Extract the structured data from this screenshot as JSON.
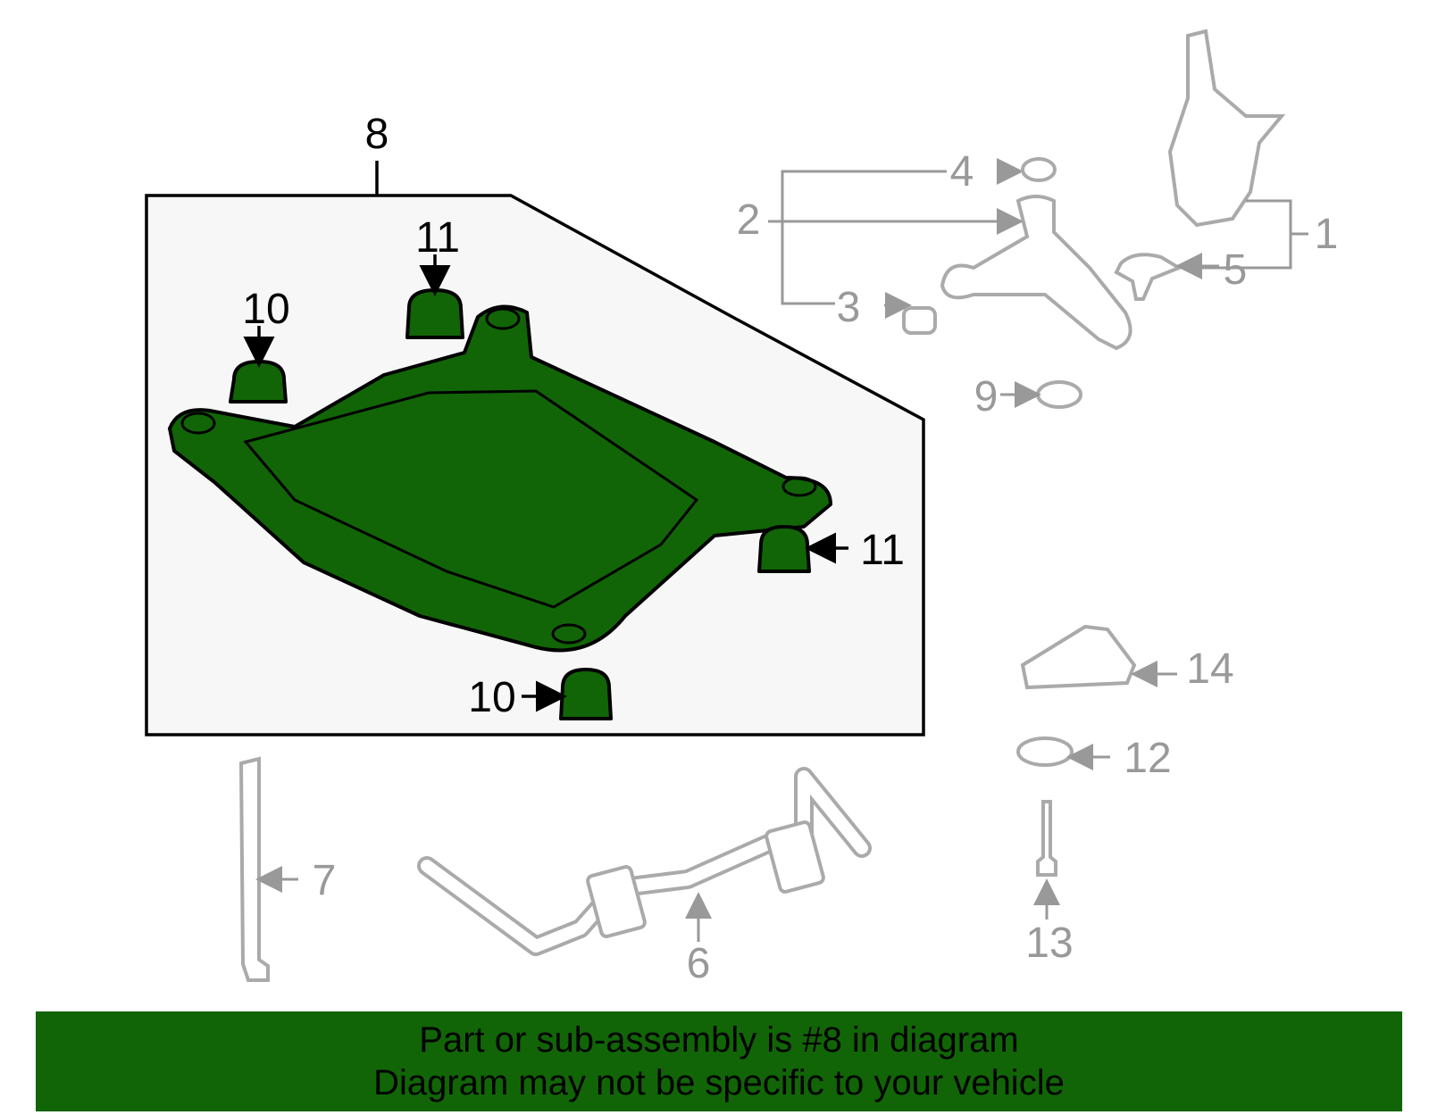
{
  "diagram": {
    "highlighted_part": "8",
    "callouts": [
      "1",
      "2",
      "3",
      "4",
      "5",
      "6",
      "7",
      "8",
      "9",
      "10",
      "10",
      "11",
      "11",
      "12",
      "13",
      "14"
    ],
    "colors": {
      "highlight": "#116506",
      "inactive": "#999999",
      "box_background": "#f7f7f7"
    }
  },
  "banner": {
    "line1": "Part or sub-assembly is #8 in diagram",
    "line2": "Diagram may not be specific to your vehicle"
  }
}
